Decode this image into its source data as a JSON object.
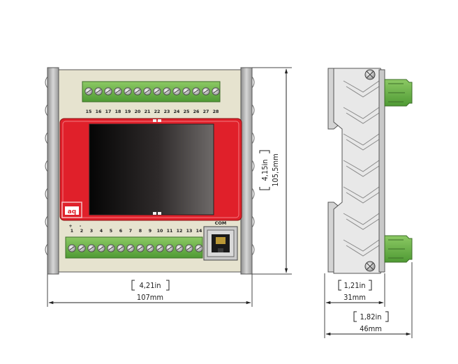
{
  "front_view": {
    "top_terminals": [
      "15",
      "16",
      "17",
      "18",
      "19",
      "20",
      "21",
      "22",
      "23",
      "24",
      "25",
      "26",
      "27",
      "28"
    ],
    "bottom_terminals": [
      "1",
      "2",
      "3",
      "4",
      "5",
      "6",
      "7",
      "8",
      "9",
      "10",
      "11",
      "12",
      "13",
      "14"
    ],
    "polarity_plus": "+",
    "polarity_minus": "-",
    "com_label": "COM",
    "logo": "aq",
    "colors": {
      "accent_red": "#e0202a",
      "terminal_green": "#6fb548",
      "housing": "#e6e3cf",
      "rail": "#b9b9b9"
    }
  },
  "dimensions": {
    "height": {
      "inches": "4,15in",
      "mm": "105,5mm"
    },
    "front_width": {
      "inches": "4,21in",
      "mm": "107mm"
    },
    "side_depth": {
      "inches": "1,21in",
      "mm": "31mm"
    },
    "total_depth": {
      "inches": "1,82in",
      "mm": "46mm"
    }
  }
}
